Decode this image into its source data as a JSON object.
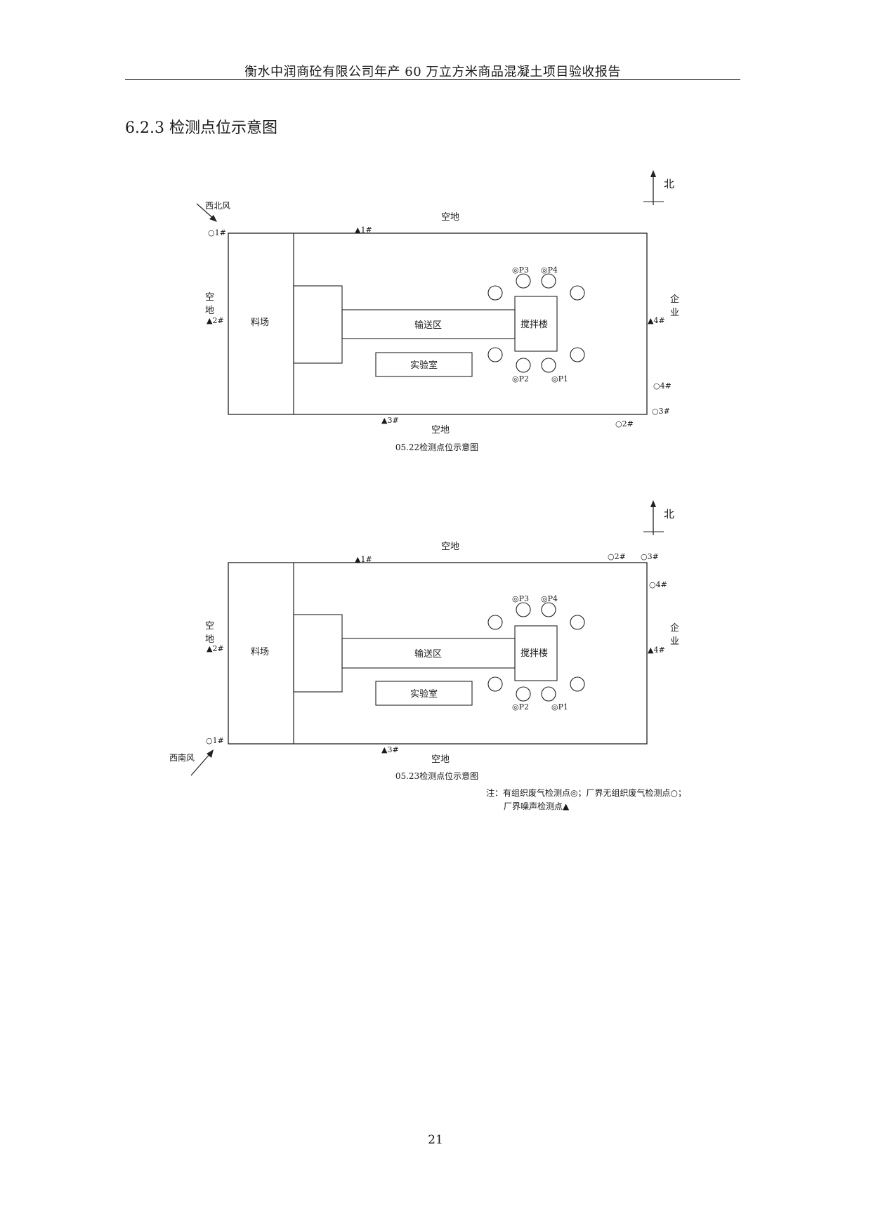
{
  "header": {
    "title": "衡水中润商砼有限公司年产 60 万立方米商品混凝土项目验收报告"
  },
  "section": {
    "title": "6.2.3  检测点位示意图"
  },
  "diagrams": [
    {
      "caption": "05.22检测点位示意图",
      "north": "北",
      "wind": "西北风",
      "labels": {
        "top": "空地",
        "bottom": "空地",
        "left_1": "空",
        "left_2": "地",
        "right_1": "企",
        "right_2": "业",
        "yard": "料场",
        "conveyor": "输送区",
        "mixer": "搅拌楼",
        "lab": "实验室"
      },
      "noise_points": [
        "▲1#",
        "▲2#",
        "▲3#",
        "▲4#"
      ],
      "fugitive_points": [
        "○1#",
        "○2#",
        "○3#",
        "○4#"
      ],
      "stack_points": [
        "◎P1",
        "◎P2",
        "◎P3",
        "◎P4"
      ]
    },
    {
      "caption": "05.23检测点位示意图",
      "north": "北",
      "wind": "西南风",
      "labels": {
        "top": "空地",
        "bottom": "空地",
        "left_1": "空",
        "left_2": "地",
        "right_1": "企",
        "right_2": "业",
        "yard": "料场",
        "conveyor": "输送区",
        "mixer": "搅拌楼",
        "lab": "实验室"
      },
      "noise_points": [
        "▲1#",
        "▲2#",
        "▲3#",
        "▲4#"
      ],
      "fugitive_points": [
        "○1#",
        "○2#",
        "○3#",
        "○4#"
      ],
      "stack_points": [
        "◎P1",
        "◎P2",
        "◎P3",
        "◎P4"
      ]
    }
  ],
  "note": {
    "line1": "注：有组织废气检测点◎；厂界无组织废气检测点○；",
    "line2": "厂界噪声检测点▲"
  },
  "page_number": "21"
}
